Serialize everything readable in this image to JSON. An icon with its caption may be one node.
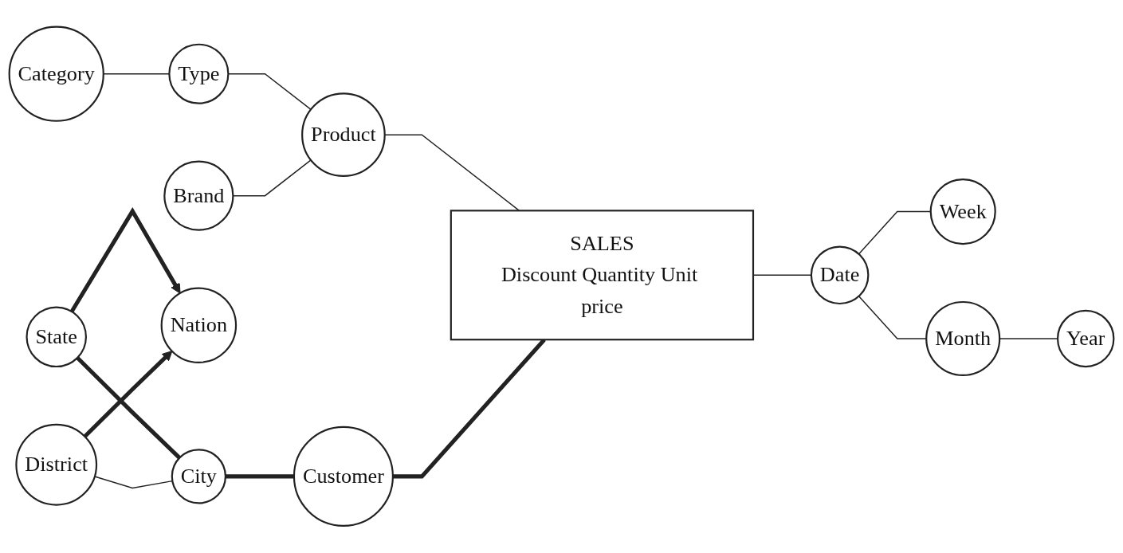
{
  "diagram": {
    "nodes": [
      {
        "text": [
          "Category"
        ]
      },
      {
        "text": [
          "Type"
        ]
      },
      {
        "text": [
          "Brand"
        ]
      },
      {
        "text": [
          "Product"
        ]
      },
      {
        "text": [
          "District"
        ]
      },
      {
        "text": [
          "Week"
        ]
      },
      {
        "text": [
          "SALES",
          "Discount Quantity Unit price"
        ]
      },
      {
        "text": [
          "Customer"
        ]
      },
      {
        "text": [
          "Date"
        ]
      },
      {
        "text": [
          "Year"
        ]
      },
      {
        "text": [
          "Nation"
        ]
      },
      {
        "text": [
          "State"
        ]
      },
      {
        "text": [
          "City"
        ]
      },
      {
        "text": [
          "Month"
        ]
      }
    ],
    "edges": [
      {
        "from": 0,
        "to": 1,
        "arrow": "none"
      },
      {
        "from": 1,
        "to": 3,
        "arrow": "none"
      },
      {
        "from": 2,
        "to": 3,
        "arrow": "none"
      },
      {
        "from": 3,
        "to": 6,
        "arrow": "none"
      },
      {
        "from": 7,
        "to": 6,
        "arrow": "none",
        "style": "thick"
      },
      {
        "from": 12,
        "to": 7,
        "arrow": "none",
        "style": "thick"
      },
      {
        "from": 11,
        "to": 12,
        "arrow": "none",
        "style": "thick"
      },
      {
        "from": 11,
        "to": 10,
        "arrow": "to",
        "style": "thick"
      },
      {
        "from": 4,
        "to": 10,
        "arrow": "to",
        "style": "thick"
      },
      {
        "from": 4,
        "to": 12,
        "arrow": "none"
      },
      {
        "from": 6,
        "to": 8,
        "arrow": "none"
      },
      {
        "from": 8,
        "to": 5,
        "arrow": "none"
      },
      {
        "from": 8,
        "to": 13,
        "arrow": "none"
      },
      {
        "from": 13,
        "to": 9,
        "arrow": "none"
      }
    ]
  }
}
